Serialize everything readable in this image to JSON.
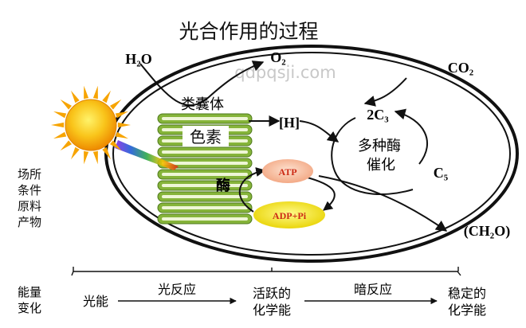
{
  "title": "光合作用的过程",
  "watermark": "qdpqsji.com",
  "labels": {
    "h2o": "H₂O",
    "o2": "O₂",
    "co2": "CO₂",
    "thylakoid": "类囊体",
    "pigment": "色素",
    "h": "[H]",
    "c3": "2C₃",
    "enzymes_line1": "多种酶",
    "enzymes_line2": "催化",
    "c5": "C₅",
    "atp": "ATP",
    "adp": "ADP+Pi",
    "enzyme": "酶",
    "ch2o": "(CH₂O)"
  },
  "left_legend": {
    "line1": "场所",
    "line2": "条件",
    "line3": "原料",
    "line4": "产物"
  },
  "bottom": {
    "label_line1": "能量",
    "label_line2": "变化",
    "light_energy": "光能",
    "light_reaction": "光反应",
    "active_line1": "活跃的",
    "active_line2": "化学能",
    "dark_reaction": "暗反应",
    "stable_line1": "稳定的",
    "stable_line2": "化学能"
  },
  "colors": {
    "thylakoid_green": "#86b43a",
    "thylakoid_dark": "#4e7a1c",
    "atp_fill": "#f6b896",
    "adp_fill": "#f2e21c",
    "sun": "#f7a400",
    "atp_text": "#cc2a14"
  }
}
